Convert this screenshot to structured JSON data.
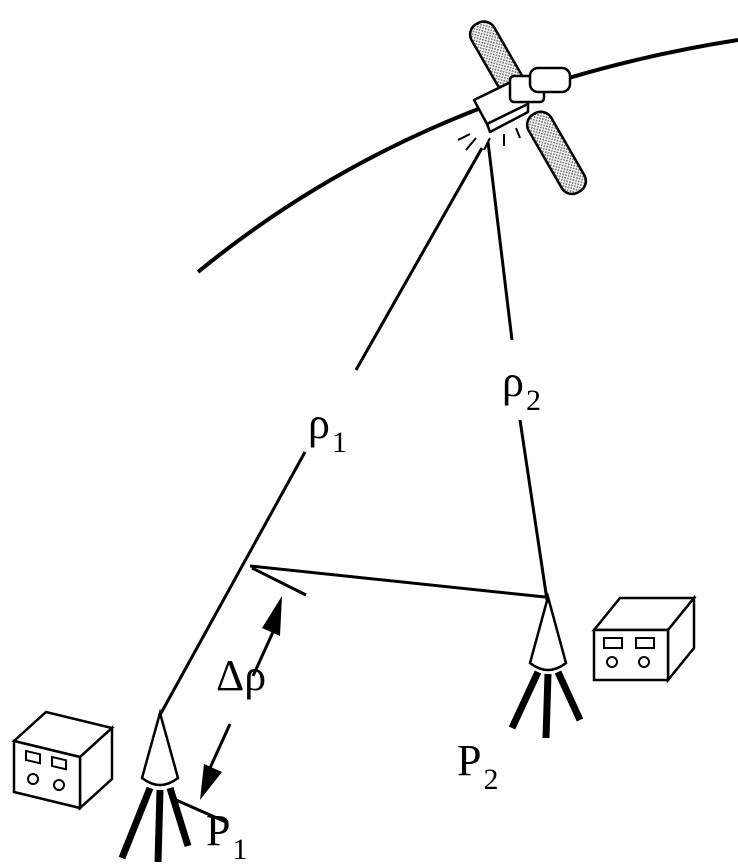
{
  "labels": {
    "rho": "ρ",
    "rho1_sub": "1",
    "rho2_sub": "2",
    "delta_rho": "Δρ",
    "p": "P",
    "p1_sub": "1",
    "p2_sub": "2"
  },
  "colors": {
    "line": "#000000",
    "panel_fill": "#bdbdbd",
    "background": "#ffffff"
  }
}
